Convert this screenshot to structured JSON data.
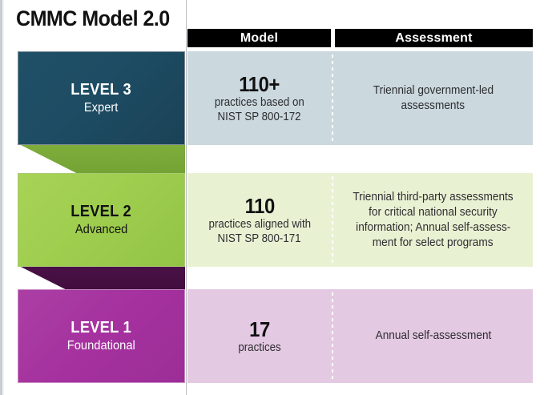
{
  "title": "CMMC Model 2.0",
  "columns": {
    "model": "Model",
    "assessment": "Assessment"
  },
  "colors": {
    "level3_box": "#1d4c63",
    "level3_panel": "#cbd8de",
    "level2_box": "#9ecd4e",
    "level2_panel": "#e9f1d3",
    "level1_box": "#a5319f",
    "level1_panel": "#e4c9e2",
    "connector_green": "#78a737",
    "connector_purple": "#44103f",
    "header_bar": "#000000"
  },
  "levels": [
    {
      "name": "LEVEL 3",
      "description": "Expert",
      "model": {
        "count": "110+",
        "detail_line1": "practices based on",
        "detail_line2": "NIST SP 800-172"
      },
      "assessment": {
        "line1": "Triennial government-led",
        "line2": "assessments",
        "line3": "",
        "line4": ""
      }
    },
    {
      "name": "LEVEL 2",
      "description": "Advanced",
      "model": {
        "count": "110",
        "detail_line1": "practices aligned with",
        "detail_line2": "NIST SP 800-171"
      },
      "assessment": {
        "line1": "Triennial third-party assessments",
        "line2": "for critical national security",
        "line3": "information; Annual self-assess-",
        "line4": "ment for select programs"
      }
    },
    {
      "name": "LEVEL 1",
      "description": "Foundational",
      "model": {
        "count": "17",
        "detail_line1": "practices",
        "detail_line2": ""
      },
      "assessment": {
        "line1": "Annual self-assessment",
        "line2": "",
        "line3": "",
        "line4": ""
      }
    }
  ]
}
